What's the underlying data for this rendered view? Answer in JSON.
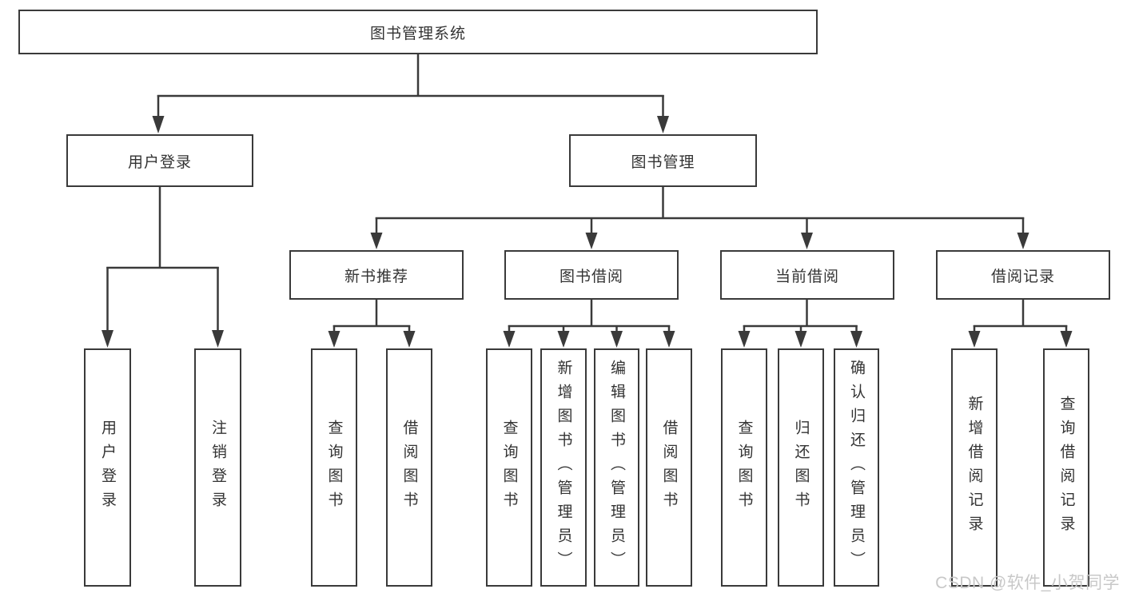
{
  "tree": {
    "root": {
      "label": "图书管理系统"
    },
    "user_branch": {
      "label": "用户登录",
      "leaves": [
        "用户登录",
        "注销登录"
      ]
    },
    "mgmt_branch": {
      "label": "图书管理",
      "sections": [
        {
          "label": "新书推荐",
          "leaves": [
            "查询图书",
            "借阅图书"
          ]
        },
        {
          "label": "图书借阅",
          "leaves": [
            "查询图书",
            "新增图书（管理员）",
            "编辑图书（管理员）",
            "借阅图书"
          ]
        },
        {
          "label": "当前借阅",
          "leaves": [
            "查询图书",
            "归还图书",
            "确认归还（管理员）"
          ]
        },
        {
          "label": "借阅记录",
          "leaves": [
            "新增借阅记录",
            "查询借阅记录"
          ]
        }
      ]
    }
  },
  "watermark": {
    "text": "CSDN @软件_小贺同学",
    "color": "#c8c8c8"
  },
  "colors": {
    "line": "#3a3a3a",
    "text": "#333333",
    "background": "#ffffff"
  }
}
